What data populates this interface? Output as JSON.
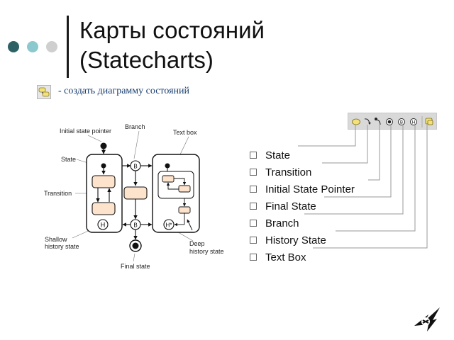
{
  "slide": {
    "title_line1": "Карты состояний",
    "title_line2": "(Statecharts)",
    "subtitle": "- создать диаграмму состояний",
    "decor_dot_colors": [
      "#2e6166",
      "#8cc9ce",
      "#cfcfcf"
    ],
    "accent_color": "#1a3f6e"
  },
  "diagram": {
    "labels": {
      "initial_state_pointer": "Initial state pointer",
      "branch": "Branch",
      "text_box": "Text box",
      "state": "State",
      "transition": "Transition",
      "shallow_history_line1": "Shallow",
      "shallow_history_line2": "history state",
      "deep_history_line1": "Deep",
      "deep_history_line2": "history state",
      "final_state": "Final state"
    },
    "symbols": {
      "branch_glyph": "B",
      "shallow_history_glyph": "H",
      "deep_history_glyph": "H*"
    }
  },
  "toolbar": {
    "buttons": [
      {
        "icon": "state-tool-icon"
      },
      {
        "icon": "transition-tool-icon"
      },
      {
        "icon": "initial-pointer-tool-icon"
      },
      {
        "icon": "final-state-tool-icon"
      },
      {
        "icon": "branch-tool-icon",
        "glyph": "B"
      },
      {
        "icon": "history-tool-icon",
        "glyph": "H"
      },
      {
        "icon": "text-box-tool-icon"
      }
    ]
  },
  "legend": {
    "items": [
      "State",
      "Transition",
      "Initial State Pointer",
      "Final State",
      "Branch",
      "History State",
      "Text Box"
    ]
  }
}
